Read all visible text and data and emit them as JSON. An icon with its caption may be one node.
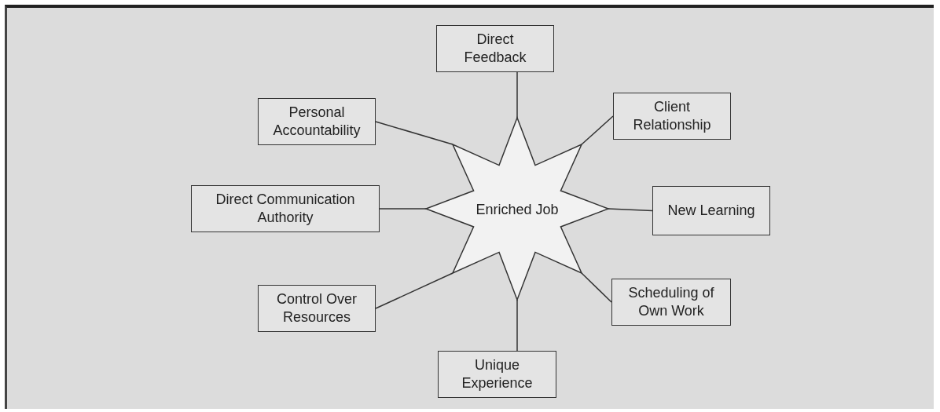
{
  "diagram": {
    "nodes": [
      {
        "text": [
          "Enriched Job"
        ]
      },
      {
        "text": [
          "Direct Feedback"
        ]
      },
      {
        "text": [
          "Client Relationship"
        ]
      },
      {
        "text": [
          "New Learning"
        ]
      },
      {
        "text": [
          "Scheduling of Own Work"
        ]
      },
      {
        "text": [
          "Unique Experience"
        ]
      },
      {
        "text": [
          "Control Over Resources"
        ]
      },
      {
        "text": [
          "Direct Communication Authority"
        ]
      },
      {
        "text": [
          "Personal Accountability"
        ]
      }
    ],
    "edges": [
      {
        "from": 0,
        "to": 1,
        "arrow": "none"
      },
      {
        "from": 0,
        "to": 2,
        "arrow": "none"
      },
      {
        "from": 0,
        "to": 3,
        "arrow": "none"
      },
      {
        "from": 0,
        "to": 4,
        "arrow": "none"
      },
      {
        "from": 0,
        "to": 5,
        "arrow": "none"
      },
      {
        "from": 0,
        "to": 6,
        "arrow": "none"
      },
      {
        "from": 0,
        "to": 7,
        "arrow": "none"
      },
      {
        "from": 0,
        "to": 8,
        "arrow": "none"
      }
    ]
  }
}
